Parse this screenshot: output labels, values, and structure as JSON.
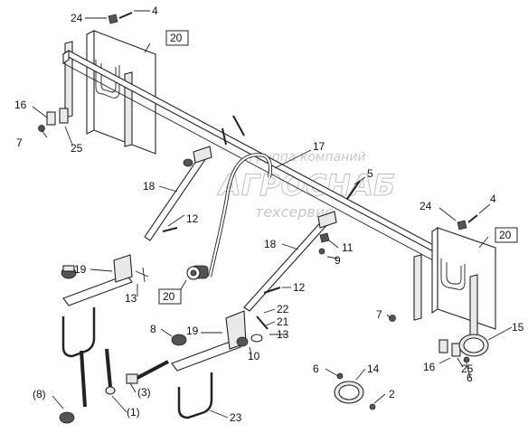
{
  "watermark": {
    "line1": "группа компаний",
    "line2": "АГРОСНАБ",
    "line3": "техсервис"
  },
  "labels": {
    "l24a": "24",
    "l4a": "4",
    "l20a": "20",
    "l16a": "16",
    "l7a": "7",
    "l25a": "25",
    "l17": "17",
    "l5": "5",
    "l18a": "18",
    "l12a": "12",
    "l24b": "24",
    "l4b": "4",
    "l20b": "20",
    "l18b": "18",
    "l11": "11",
    "l9": "9",
    "l19a": "19",
    "l20c": "20",
    "l13a": "13",
    "l12b": "12",
    "l7b": "7",
    "l15": "15",
    "l8": "8",
    "l19b": "19",
    "l22": "22",
    "l21": "21",
    "l13b": "13",
    "l10": "10",
    "l16b": "16",
    "l25b": "25",
    "l6a": "6",
    "l14": "14",
    "l6b": "6",
    "l2": "2",
    "l8p": "(8)",
    "l3p": "(3)",
    "l1p": "(1)",
    "l23": "23"
  }
}
